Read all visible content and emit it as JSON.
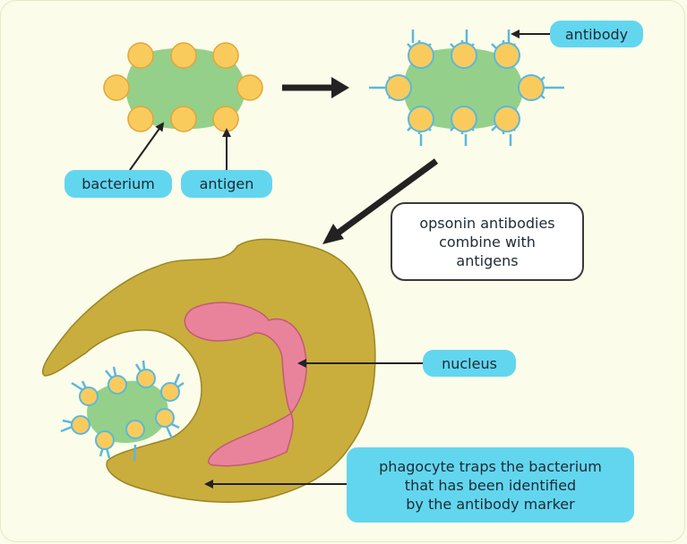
{
  "labels": {
    "bacterium": "bacterium",
    "antigen": "antigen",
    "antibody": "antibody",
    "nucleus": "nucleus"
  },
  "notes": {
    "opsonin": [
      "opsonin antibodies",
      "combine with",
      "antigens"
    ],
    "phagocyte": [
      "phagocyte traps the bacterium",
      "that has been identified",
      "by the antibody marker"
    ]
  },
  "colors": {
    "background": "#fbfce9",
    "bacterium": "#94d08a",
    "antigen": "#f9cb5d",
    "antibody": "#5bb8dc",
    "phagocyte": "#c9ae3d",
    "nucleus": "#e9839b",
    "label": "#62d6ef"
  }
}
